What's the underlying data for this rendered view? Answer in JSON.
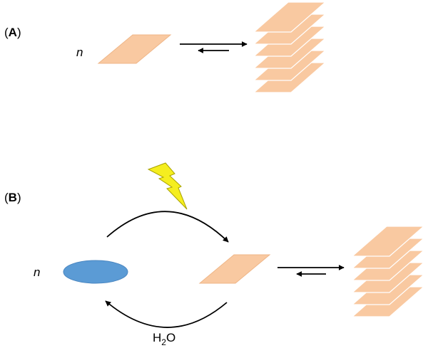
{
  "panels": [
    {
      "id": "A",
      "open": "(",
      "letter": "A",
      "close": ")",
      "count_label": "n",
      "monomer": "parallelogram",
      "equilibrium": "reversible",
      "stack_layers": 6
    },
    {
      "id": "B",
      "open": "(",
      "letter": "B",
      "close": ")",
      "count_label": "n",
      "precursor": "ellipse",
      "stimulus_icon": "lightning-bolt-icon",
      "reagent": {
        "prefix": "H",
        "subscript": "2",
        "suffix": "O"
      },
      "monomer": "parallelogram",
      "equilibrium": "reversible",
      "stack_layers": 6
    }
  ],
  "colors": {
    "sheet_fill": "#f9c9a1",
    "sheet_stroke": "#efb688",
    "ellipse_fill": "#5b9bd5",
    "ellipse_stroke": "#4a86c0",
    "bolt_fill": "#f5ee1f",
    "bolt_stroke": "#a8a200",
    "arrow": "#000000"
  }
}
